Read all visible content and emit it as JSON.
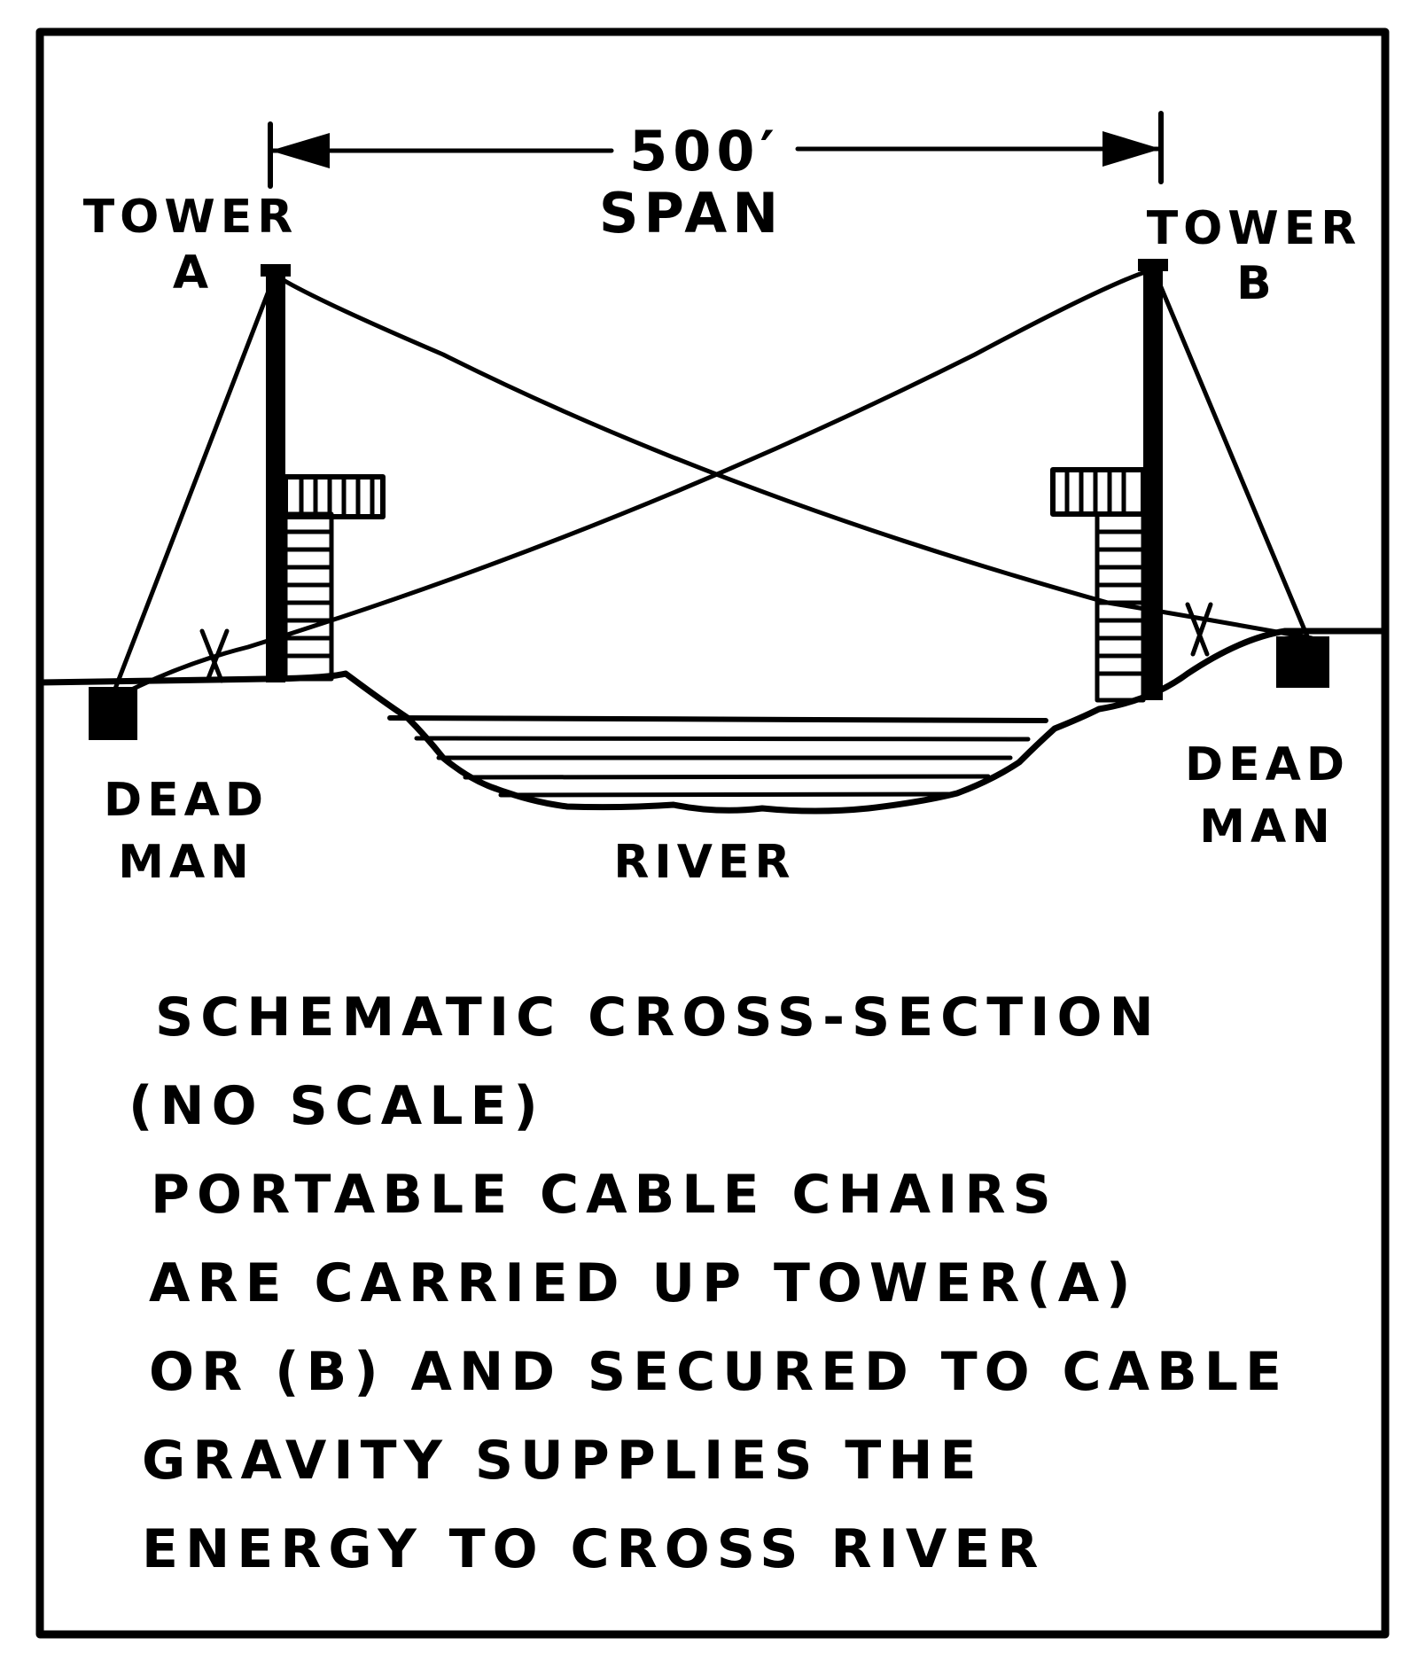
{
  "span": {
    "value_label": "500′",
    "word": "SPAN"
  },
  "towers": [
    {
      "line1": "TOWER",
      "line2": "A"
    },
    {
      "line1": "TOWER",
      "line2": "B"
    }
  ],
  "deadmen": [
    {
      "line1": "DEAD",
      "line2": "MAN"
    },
    {
      "line1": "DEAD",
      "line2": "MAN"
    }
  ],
  "river_label": "RIVER",
  "notes": {
    "title": "SCHEMATIC CROSS-SECTION",
    "scale": "(NO SCALE)",
    "lines": [
      "PORTABLE CABLE CHAIRS",
      "ARE CARRIED UP TOWER(A)",
      "OR (B) AND SECURED TO CABLE",
      "GRAVITY SUPPLIES THE",
      "ENERGY TO CROSS RIVER"
    ]
  }
}
